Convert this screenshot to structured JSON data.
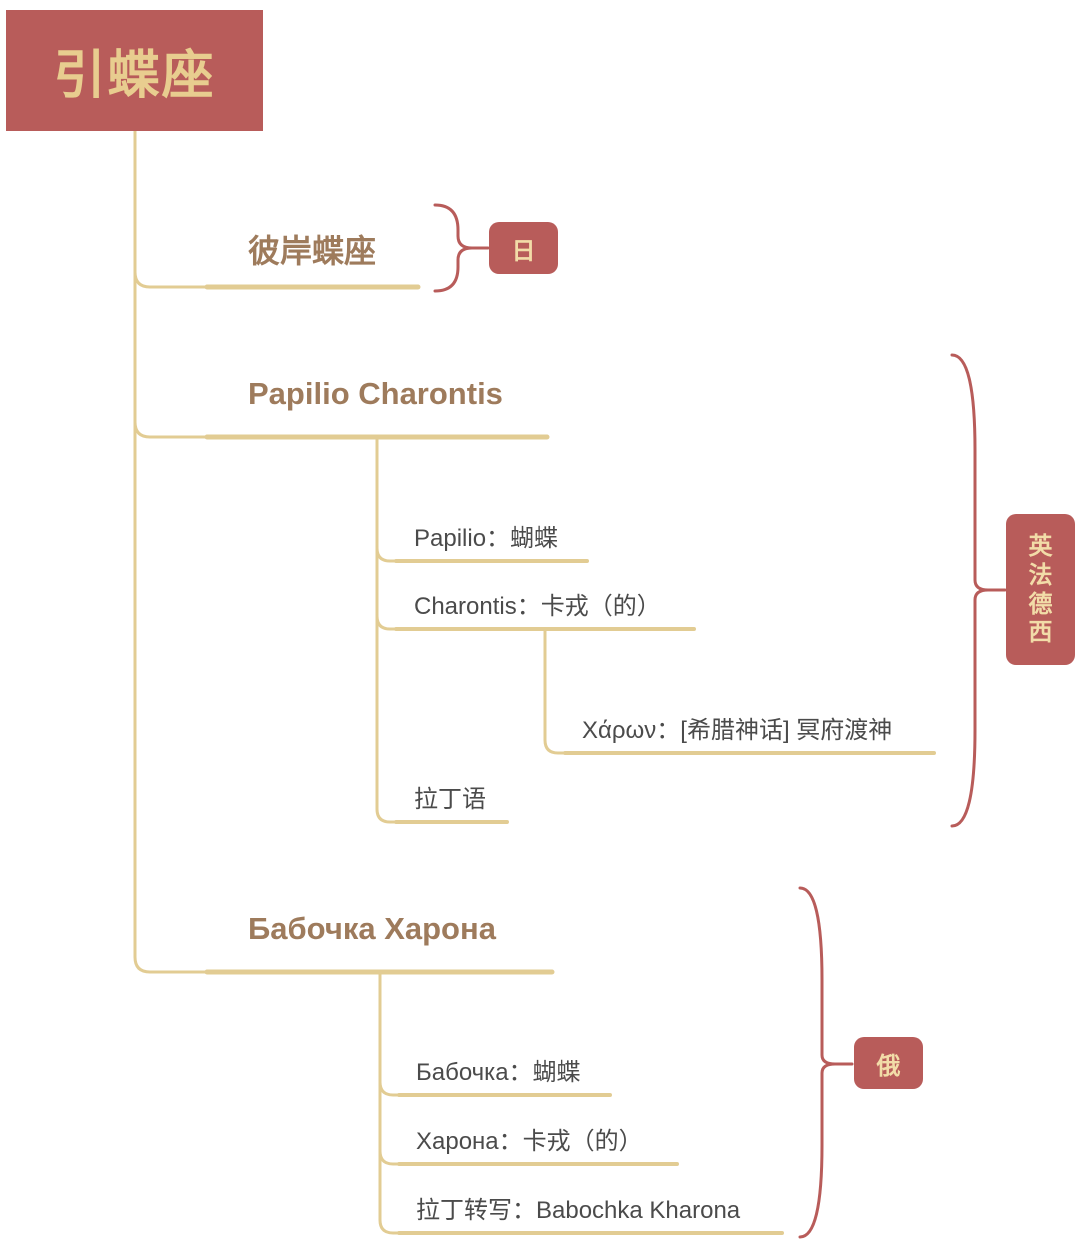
{
  "root": {
    "label": "引蝶座"
  },
  "branches": [
    {
      "label": "彼岸蝶座",
      "badge": "日"
    },
    {
      "label": "Papilio Charontis",
      "badge": "英法德西",
      "children": [
        {
          "label": "Papilio：蝴蝶"
        },
        {
          "label": "Charontis：卡戎（的）",
          "children": [
            {
              "label": "Χάρων：[希腊神话] 冥府渡神"
            }
          ]
        },
        {
          "label": "拉丁语"
        }
      ]
    },
    {
      "label": "Бабочка Харона",
      "badge": "俄",
      "children": [
        {
          "label": "Бабочка：蝴蝶"
        },
        {
          "label": "Харона：卡戎（的）"
        },
        {
          "label": "拉丁转写：Babochka Kharona"
        }
      ]
    }
  ],
  "colors": {
    "root_bg": "#b85c5a",
    "root_text": "#e8cd8f",
    "line": "#e2cc93",
    "bracket": "#b85c5a",
    "branch_text": "#9e7b5c"
  }
}
